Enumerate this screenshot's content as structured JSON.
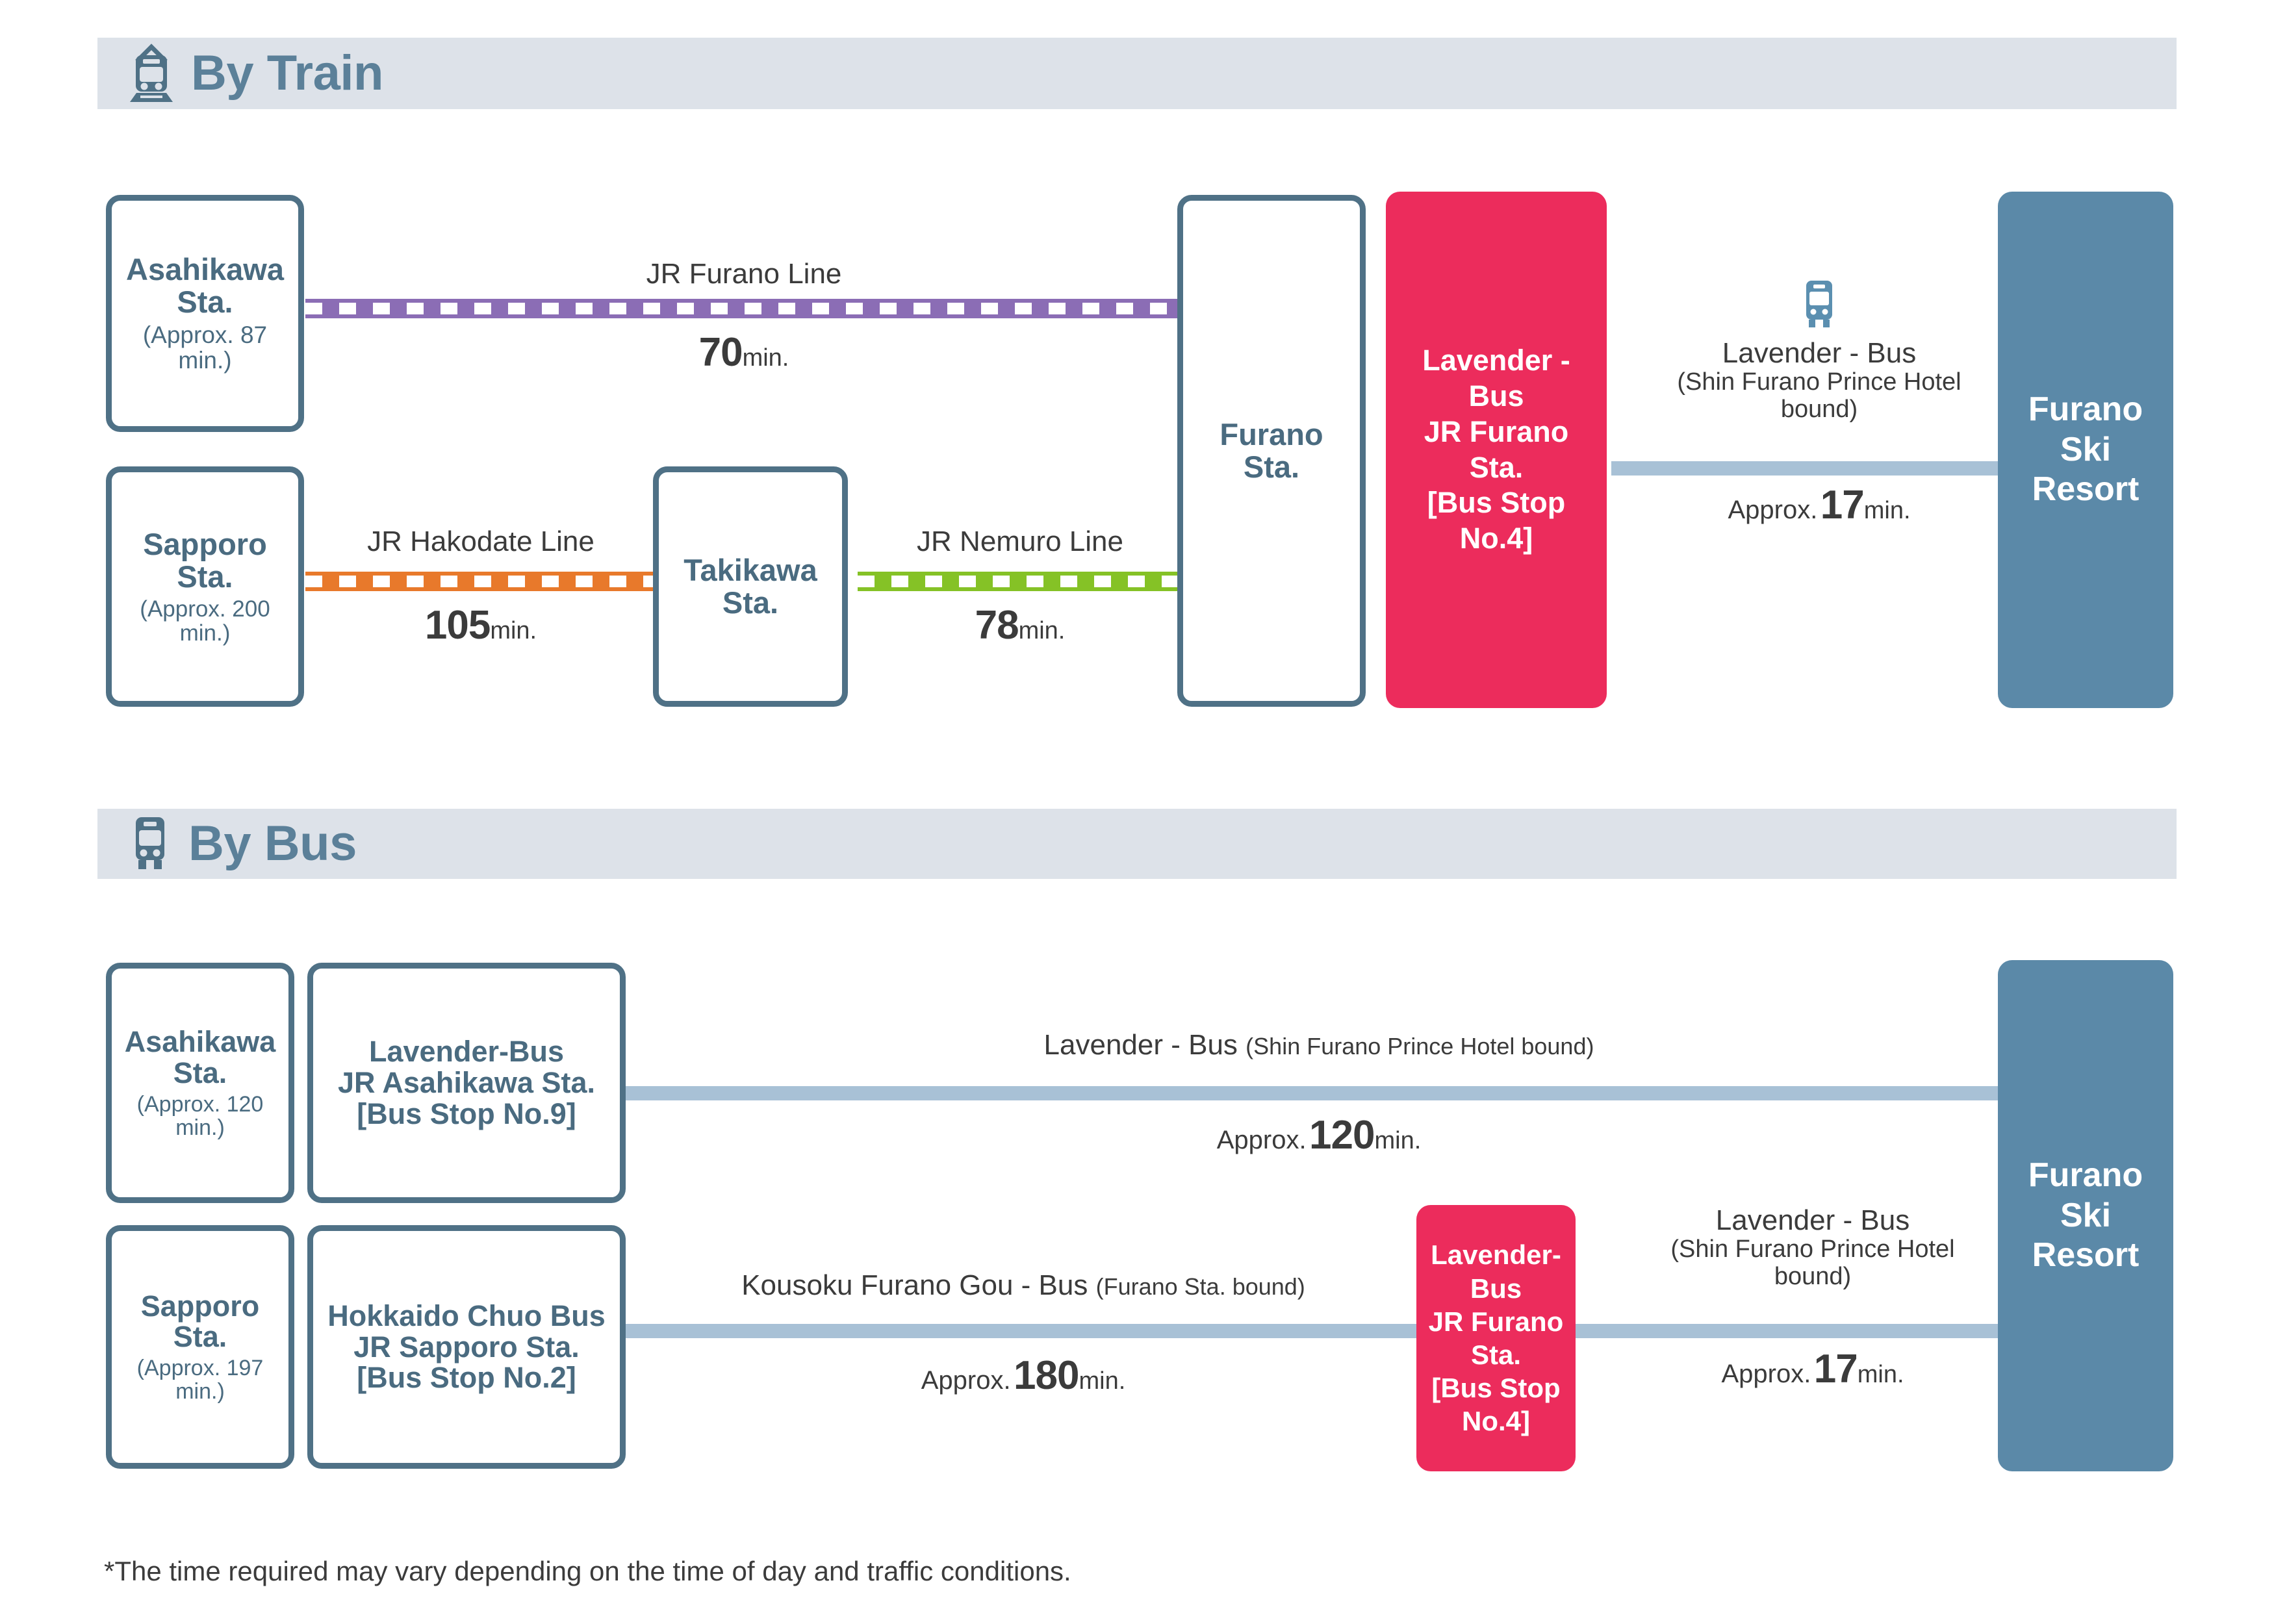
{
  "colors": {
    "band_bg": "#dde2e9",
    "band_text": "#5b8099",
    "box_border": "#4f7186",
    "box_text": "#4a6b80",
    "resort_fill": "#5b89a8",
    "lavender_fill": "#ec2c5c",
    "bus_line": "#a8c1d6",
    "rail_furano": "#8b6db5",
    "rail_hakodate": "#e8792b",
    "rail_nemuro": "#85c226",
    "body_text": "#3b3b3b"
  },
  "sections": [
    {
      "id": "train",
      "title": "By Train",
      "icon": "train-icon"
    },
    {
      "id": "bus",
      "title": "By Bus",
      "icon": "bus-icon"
    }
  ],
  "train": {
    "origins": [
      {
        "name": "Asahikawa\nSta.",
        "name_l1": "Asahikawa",
        "name_l2": "Sta.",
        "sub": "(Approx. 87 min.)"
      },
      {
        "name": "Sapporo Sta.",
        "name_l1": "Sapporo Sta.",
        "name_l2": "",
        "sub": "(Approx. 200 min.)"
      }
    ],
    "takikawa": {
      "name_l1": "Takikawa Sta.",
      "sub": ""
    },
    "furano_sta": {
      "name_l1": "Furano Sta."
    },
    "lavender_stop": {
      "l1": "Lavender - Bus",
      "l2": "JR Furano Sta.",
      "l3": "[Bus Stop",
      "l4": "No.4]"
    },
    "resort": {
      "l1": "Furano",
      "l2": "Ski",
      "l3": "Resort"
    },
    "segments": [
      {
        "id": "jr-furano-line",
        "name": "JR Furano Line",
        "approx": "",
        "num": "70",
        "unit": "min.",
        "color": "#8b6db5"
      },
      {
        "id": "jr-hakodate-line",
        "name": "JR Hakodate Line",
        "approx": "",
        "num": "105",
        "unit": "min.",
        "color": "#e8792b"
      },
      {
        "id": "jr-nemuro-line",
        "name": "JR Nemuro Line",
        "approx": "",
        "num": "78",
        "unit": "min.",
        "color": "#85c226"
      }
    ],
    "bus_leg": {
      "icon": "bus-icon",
      "name": "Lavender - Bus",
      "name_sub_l1": "(Shin Furano Prince Hotel",
      "name_sub_l2": "bound)",
      "approx": "Approx.",
      "num": "17",
      "unit": "min."
    }
  },
  "bus": {
    "rows": [
      {
        "id": "asahikawa-row",
        "origin": {
          "name_l1": "Asahikawa",
          "name_l2": "Sta.",
          "sub": "(Approx. 120 min.)"
        },
        "stop": {
          "l1": "Lavender-Bus",
          "l2": "JR Asahikawa Sta.",
          "l3": "[Bus Stop No.9]"
        },
        "leg": {
          "name": "Lavender - Bus",
          "name_paren": "(Shin Furano Prince Hotel bound)",
          "approx": "Approx.",
          "num": "120",
          "unit": "min."
        }
      },
      {
        "id": "sapporo-row",
        "origin": {
          "name_l1": "Sapporo Sta.",
          "name_l2": "",
          "sub": "(Approx. 197 min.)"
        },
        "stop": {
          "l1": "Hokkaido Chuo Bus",
          "l2": "JR Sapporo Sta.",
          "l3": "[Bus Stop No.2]"
        },
        "leg": {
          "name": "Kousoku Furano Gou - Bus",
          "name_paren": "(Furano Sta. bound)",
          "approx": "Approx.",
          "num": "180",
          "unit": "min."
        },
        "transfer": {
          "l1": "Lavender-Bus",
          "l2": "JR Furano Sta.",
          "l3": "[Bus Stop",
          "l4": "No.4]"
        },
        "final_leg": {
          "name": "Lavender - Bus",
          "name_sub_l1": "(Shin Furano Prince Hotel",
          "name_sub_l2": "bound)",
          "approx": "Approx.",
          "num": "17",
          "unit": "min."
        }
      }
    ],
    "resort": {
      "l1": "Furano",
      "l2": "Ski",
      "l3": "Resort"
    }
  },
  "footnote": "*The time required may vary depending on the time of day and traffic conditions."
}
